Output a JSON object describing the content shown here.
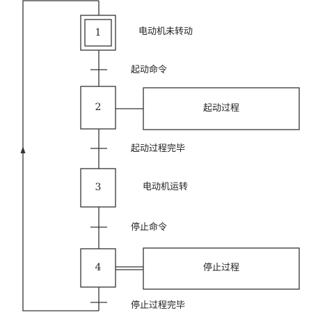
{
  "steps": [
    {
      "number": "1",
      "description": "电动机未转动"
    },
    {
      "number": "2",
      "description": ""
    },
    {
      "number": "3",
      "description": "电动机运转"
    },
    {
      "number": "4",
      "description": ""
    }
  ],
  "transitions": [
    {
      "label": "起动命令"
    },
    {
      "label": "起动过程完毕"
    },
    {
      "label": "停止命令"
    },
    {
      "label": "停止过程完毕"
    }
  ],
  "actions": [
    {
      "step": "2",
      "label": "起动过程"
    },
    {
      "step": "4",
      "label": "停止过程"
    }
  ]
}
